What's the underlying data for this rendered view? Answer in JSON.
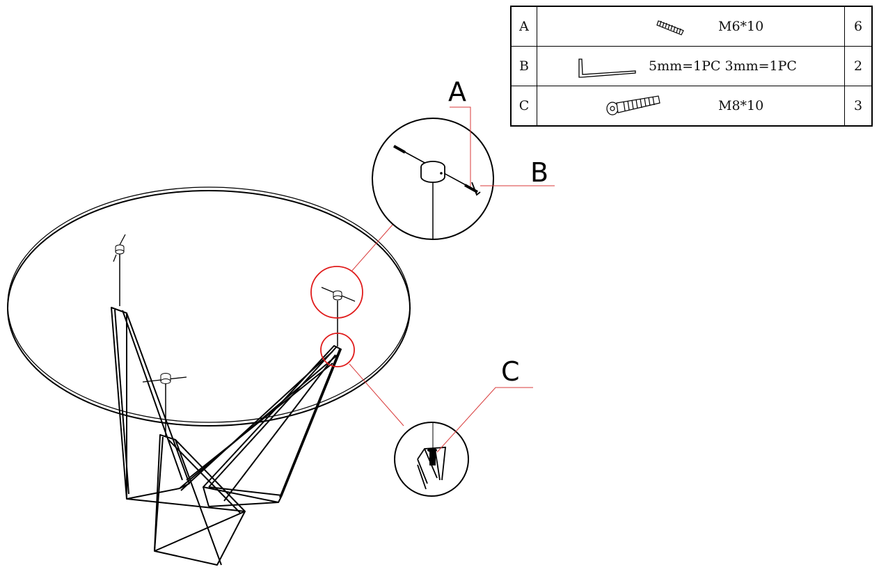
{
  "parts_table": {
    "rows": [
      {
        "letter": "A",
        "description": "M6*10",
        "quantity": "6",
        "icon": "set-screw-icon"
      },
      {
        "letter": "B",
        "description": "5mm=1PC   3mm=1PC",
        "quantity": "2",
        "icon": "allen-key-icon"
      },
      {
        "letter": "C",
        "description": "M8*10",
        "quantity": "3",
        "icon": "socket-bolt-icon"
      }
    ]
  },
  "callouts": {
    "a": "A",
    "b": "B",
    "c": "C"
  },
  "colors": {
    "line": "#000000",
    "highlight": "#e01b1b",
    "leader": "#d83a3a"
  }
}
